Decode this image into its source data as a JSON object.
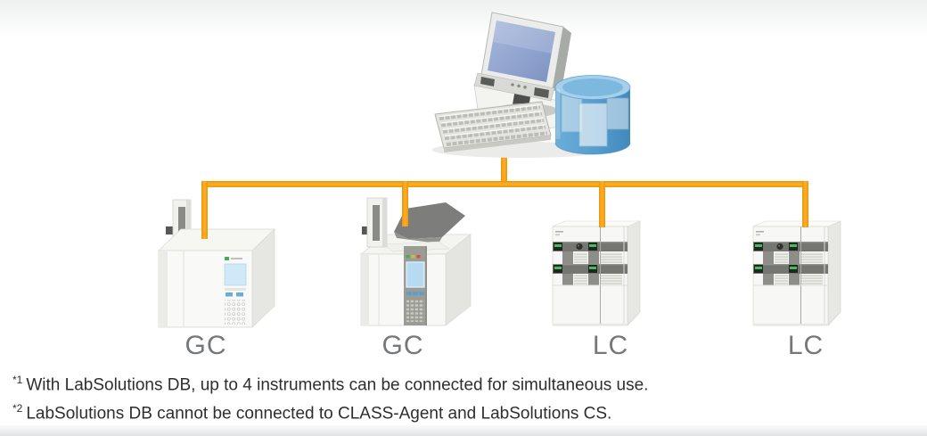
{
  "diagram": {
    "server": {
      "icon": "desktop-computer-with-database"
    },
    "instruments": [
      {
        "id": "gc-1",
        "label": "GC",
        "icon": "gas-chromatograph"
      },
      {
        "id": "gc-2",
        "label": "GC",
        "icon": "gas-chromatograph-with-lid"
      },
      {
        "id": "lc-1",
        "label": "LC",
        "icon": "liquid-chromatograph-stack"
      },
      {
        "id": "lc-2",
        "label": "LC",
        "icon": "liquid-chromatograph-stack"
      }
    ],
    "colors": {
      "cable_orange": "#F5A000",
      "database_blue": "#4D97C9",
      "label_gray": "#75777A",
      "text_dark": "#2E2E2E"
    }
  },
  "footnotes": [
    {
      "marker": "*1",
      "text": "With LabSolutions DB, up to 4 instruments can be connected for simultaneous use."
    },
    {
      "marker": "*2",
      "text": "LabSolutions DB cannot be connected to CLASS-Agent and LabSolutions CS."
    }
  ]
}
